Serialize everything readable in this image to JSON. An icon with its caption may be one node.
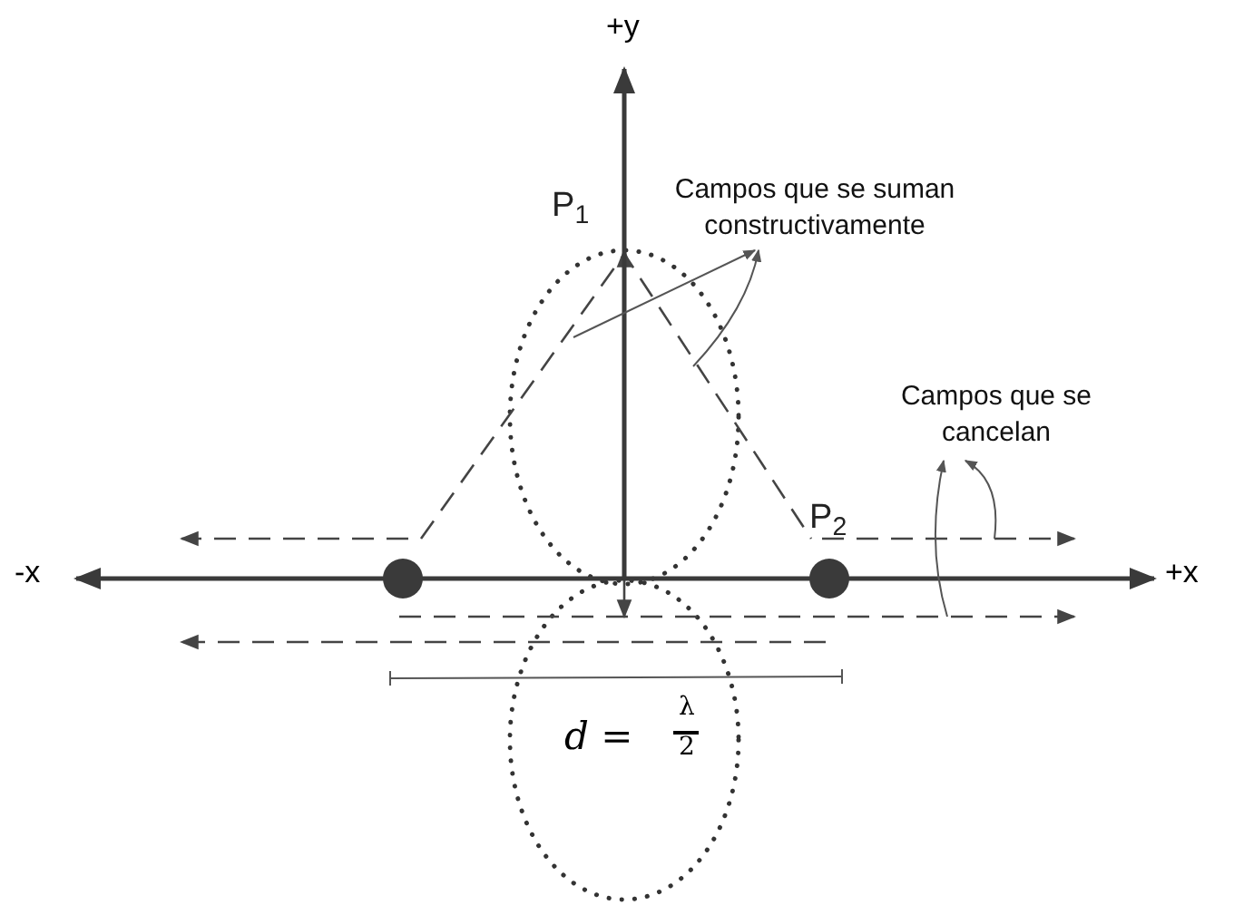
{
  "diagram": {
    "nodes": [
      {
        "text": [
          "Campos que se suman constructivamente"
        ]
      },
      {
        "text": [
          "Campos que se cancelan"
        ]
      }
    ],
    "edges": [
      {
        "from": null,
        "to": 0,
        "arrow": "to"
      },
      {
        "from": null,
        "to": 0,
        "arrow": "to"
      },
      {
        "from": null,
        "to": 1,
        "arrow": "to"
      },
      {
        "from": null,
        "to": 1,
        "arrow": "to"
      }
    ],
    "labels": [
      "+y",
      "P$_{1}$",
      "P$_{2}$",
      "-x",
      "+x",
      "*d* =",
      "λ",
      "2"
    ]
  }
}
